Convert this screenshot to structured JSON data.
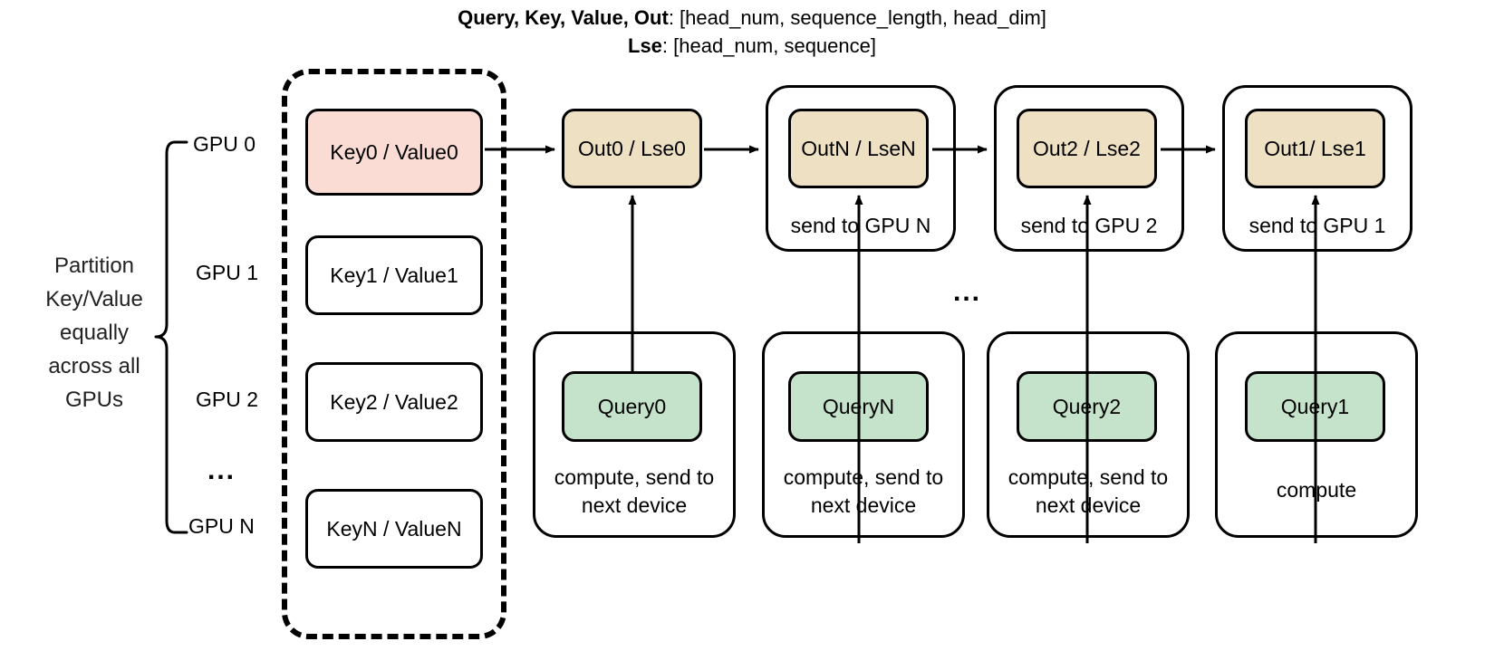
{
  "header": {
    "line1_bold": "Query, Key, Value, Out",
    "line1_rest": ": [head_num, sequence_length, head_dim]",
    "line2_bold": "Lse",
    "line2_rest": ": [head_num, sequence]"
  },
  "left": {
    "partition_note": "Partition\nKey/Value\nequally\nacross all\nGPUs",
    "gpu_labels": [
      "GPU 0",
      "GPU 1",
      "GPU 2",
      "GPU N"
    ],
    "gpu_ellipsis": "..."
  },
  "kv_group": {
    "items": [
      {
        "label": "Key0 / Value0",
        "fill": "pink"
      },
      {
        "label": "Key1 / Value1",
        "fill": "white"
      },
      {
        "label": "Key2 / Value2",
        "fill": "white"
      },
      {
        "label": "KeyN / ValueN",
        "fill": "white"
      }
    ]
  },
  "stages": [
    {
      "out_label": "Out0 / Lse0",
      "send_label": "",
      "query_label": "Query0",
      "compute_label": "compute, send to\nnext device"
    },
    {
      "out_label": "OutN / LseN",
      "send_label": "send to GPU N",
      "query_label": "QueryN",
      "compute_label": "compute, send to\nnext device"
    },
    {
      "out_label": "Out2 / Lse2",
      "send_label": "send to GPU 2",
      "query_label": "Query2",
      "compute_label": "compute, send to\nnext device"
    },
    {
      "out_label": "Out1/ Lse1",
      "send_label": "send to GPU 1",
      "query_label": "Query1",
      "compute_label": "compute"
    }
  ],
  "middle_ellipsis": "...",
  "colors": {
    "pink": "#FADCD5",
    "beige": "#EEE0C2",
    "green": "#C5E3CB",
    "stroke": "#000000",
    "background": "#FFFFFF"
  }
}
